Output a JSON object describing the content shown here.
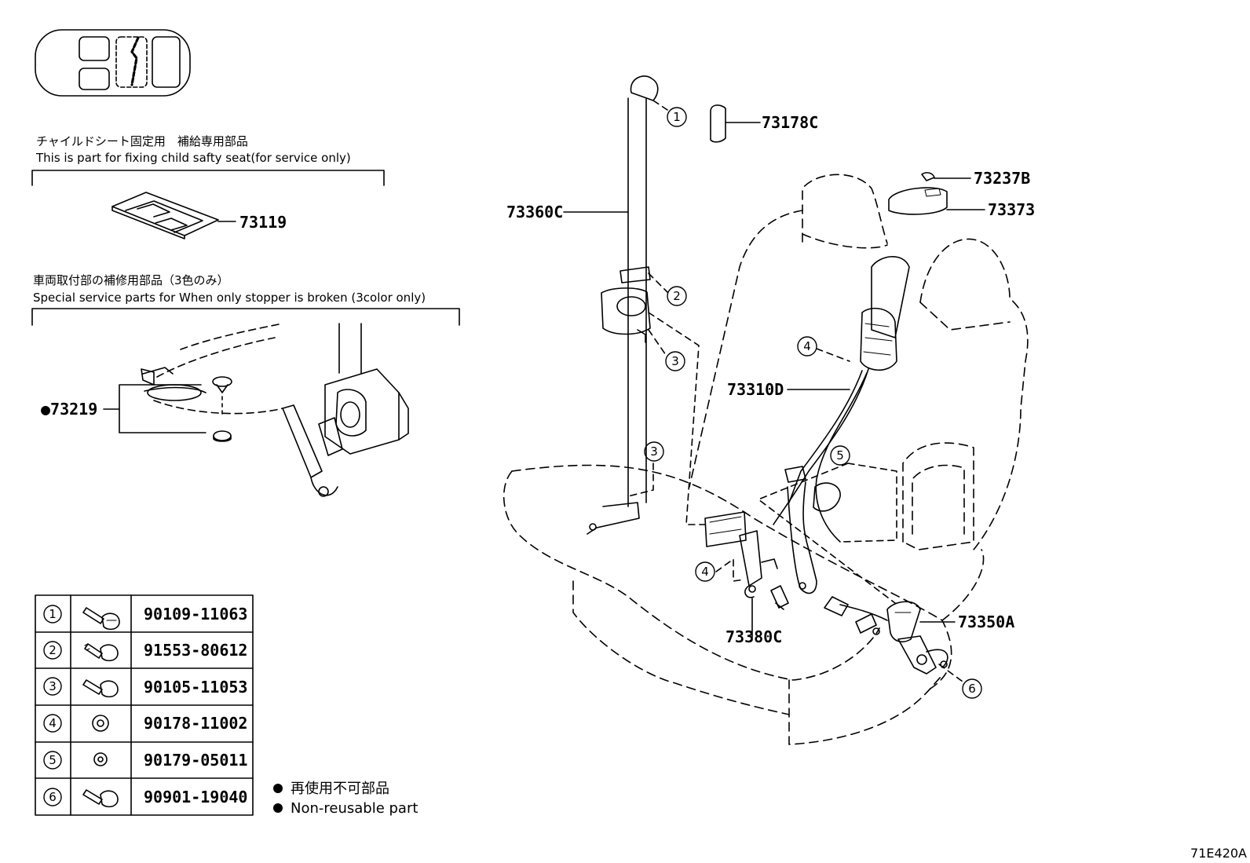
{
  "header_notes": {
    "child_seat_jp": "チャイルドシート固定用　補給専用部品",
    "child_seat_en": "This is part for fixing child safty seat(for service only)",
    "stopper_jp": "車両取付部の補修用部品（3色のみ）",
    "stopper_en": "Special service parts for When only stopper is broken (3color only)"
  },
  "part_labels": {
    "p73178C": "73178C",
    "p73237B": "73237B",
    "p73373": "73373",
    "p73360C": "73360C",
    "p73310D": "73310D",
    "p73380C": "73380C",
    "p73350A": "73350A",
    "p73119": "73119",
    "p73219": "●73219"
  },
  "callouts": [
    "1",
    "2",
    "3",
    "4",
    "5",
    "6"
  ],
  "fastener_table": [
    {
      "ref": "1",
      "part": "90109-11063"
    },
    {
      "ref": "2",
      "part": "91553-80612"
    },
    {
      "ref": "3",
      "part": "90105-11053"
    },
    {
      "ref": "4",
      "part": "90178-11002"
    },
    {
      "ref": "5",
      "part": "90179-05011"
    },
    {
      "ref": "6",
      "part": "90901-19040"
    }
  ],
  "legend": {
    "jp": "再使用不可部品",
    "en": "Non-reusable part"
  },
  "diagram_code": "71E420A"
}
